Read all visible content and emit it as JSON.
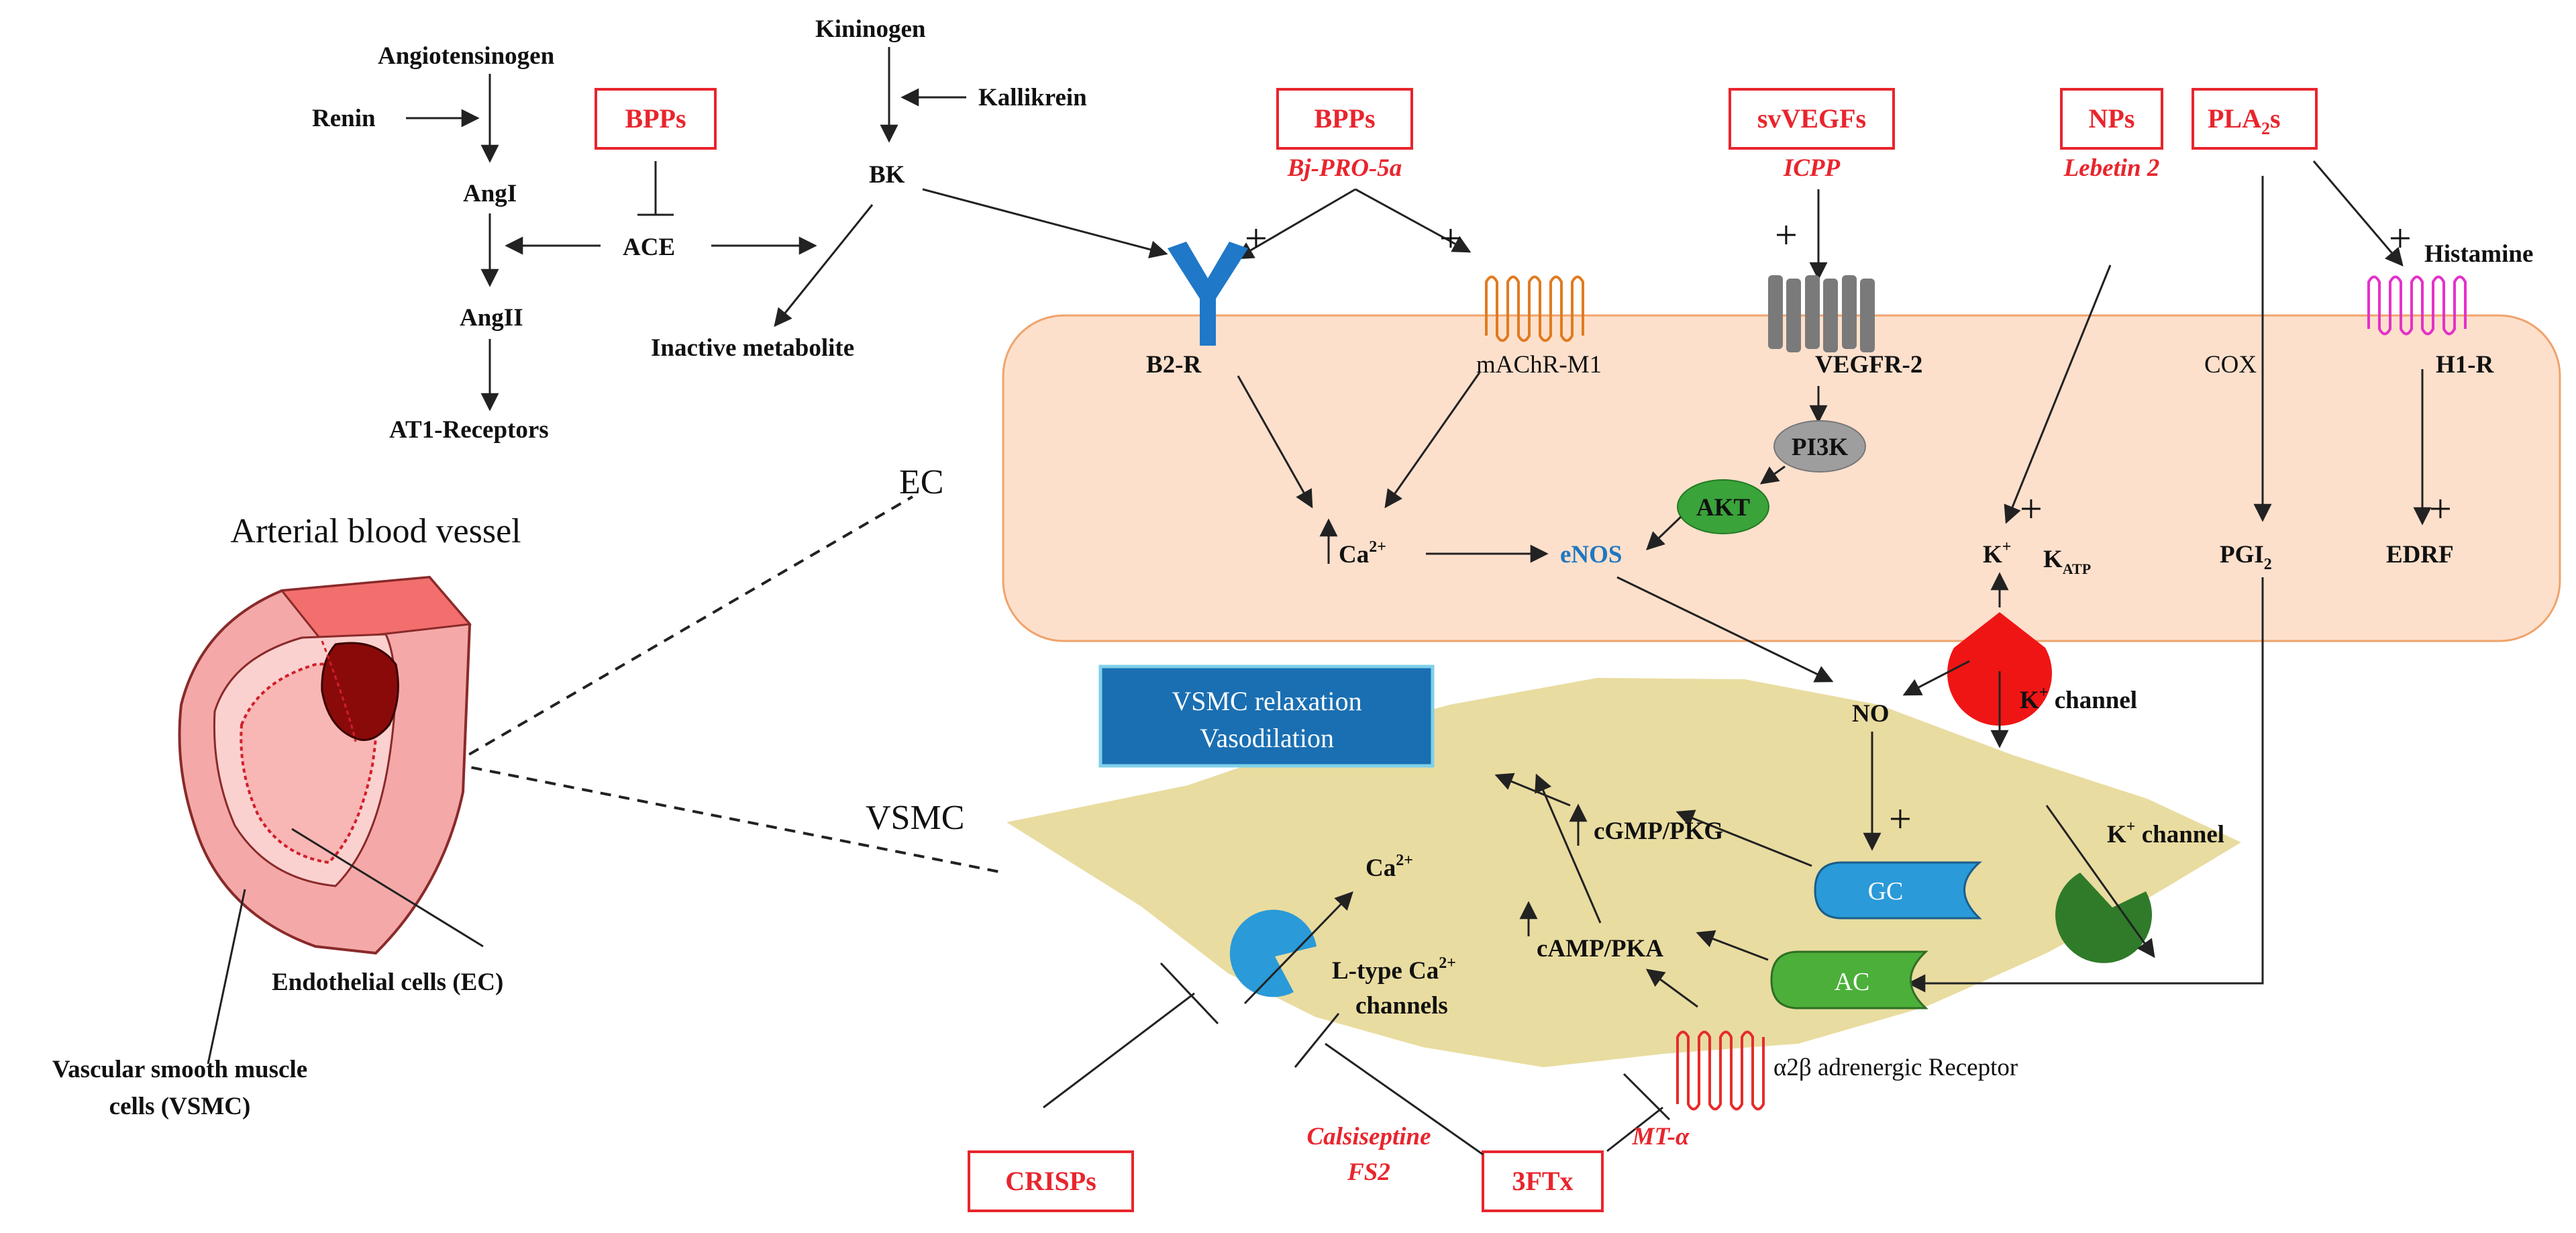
{
  "labels": {
    "angiotensinogen": "Angiotensinogen",
    "renin": "Renin",
    "angI": "AngI",
    "angII": "AngII",
    "at1": "AT1-Receptors",
    "ace": "ACE",
    "kininogen": "Kininogen",
    "kallikrein": "Kallikrein",
    "bk": "BK",
    "inactive": "Inactive metabolite",
    "b2r": "B2-R",
    "machr": "mAChR-M1",
    "vegfr2": "VEGFR-2",
    "cox": "COX",
    "h1r": "H1-R",
    "histamine": "Histamine",
    "pi3k": "PI3K",
    "akt": "AKT",
    "ca_ec": "Ca",
    "ca_sup": "2+",
    "enos": "eNOS",
    "k_ec": "K",
    "k_sup": "+",
    "katp": "K",
    "katp_sub": "ATP",
    "pgi2": "PGI",
    "pgi2_sub": "2",
    "edrf": "EDRF",
    "ec": "EC",
    "vsmc": "VSMC",
    "no": "NO",
    "kchannel_ec": "K",
    "kchannel_ec_rest": " channel",
    "kchannel_vsmc": "K",
    "kchannel_vsmc_rest": " channel",
    "relax_line1": "VSMC relaxation",
    "relax_line2": "Vasodilation",
    "cgmp": "cGMP/PKG",
    "camp": "cAMP/PKA",
    "gc": "GC",
    "ac": "AC",
    "ca_vsmc": "Ca",
    "ltype_1": "L-type Ca",
    "ltype_sup": "2+",
    "ltype_2": "channels",
    "alpha2": "α2β adrenergic Receptor",
    "vessel_title": "Arterial blood vessel",
    "endothelial": "Endothelial cells (EC)",
    "vsmc_1": "Vascular smooth muscle",
    "vsmc_2": "cells (VSMC)",
    "plus": "+"
  },
  "toxins": {
    "bpps_left": "BPPs",
    "bpps_mid": "BPPs",
    "bpps_sub": "Bj-PRO-5a",
    "svvegfs": "svVEGFs",
    "svvegfs_sub": "ICPP",
    "nps": "NPs",
    "nps_sub": "Lebetin 2",
    "pla2": "PLA",
    "pla2_sub": "2",
    "pla2_rest": "s",
    "crisps": "CRISPs",
    "threeftx": "3FTx",
    "calsi_1": "Calsiseptine",
    "calsi_2": "FS2",
    "mt": "MT-α"
  },
  "colors": {
    "toxin_red": "#e8252d",
    "ec_fill": "#fde0cc",
    "ec_stroke": "#f0a36c",
    "vsmc_fill": "#e9dca0",
    "relax_box": "#1a6fb2",
    "relax_border": "#7fd0ea",
    "gc_blue": "#2a9ad8",
    "ac_green": "#4caf3a",
    "akt_green": "#3aa33a",
    "pi3k_gray": "#9e9e9e",
    "kchannel_red": "#f01515",
    "kchannel_green": "#2f7b2a",
    "b2r_blue": "#1f78c8",
    "machr_orange": "#e07b20",
    "h1r_magenta": "#e531c8",
    "alpha_red": "#e52c2c",
    "enos_blue": "#1f77c0"
  }
}
